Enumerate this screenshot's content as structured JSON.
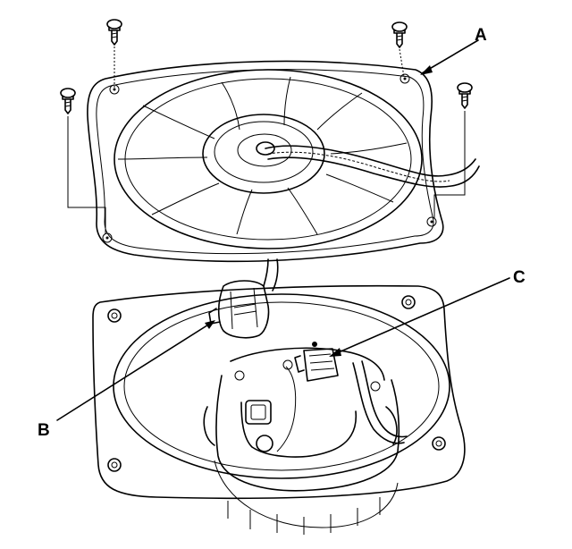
{
  "callouts": {
    "a": "A",
    "b": "B",
    "c": "C"
  },
  "icons": [
    "screw-icon",
    "speaker-icon",
    "connector-icon",
    "bracket-icon"
  ]
}
